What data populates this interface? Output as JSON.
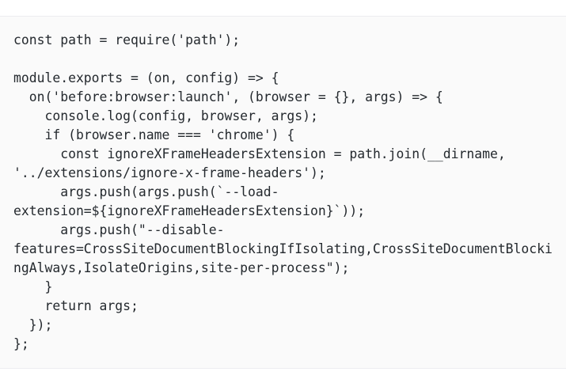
{
  "document": {
    "type": "code-snippet",
    "language": "javascript",
    "background_color": "#fafafa",
    "page_background_color": "#ffffff",
    "border_color": "#ededf0",
    "text_color": "#24292e",
    "code": "const path = require('path');\n\nmodule.exports = (on, config) => {\n  on('before:browser:launch', (browser = {}, args) => {\n    console.log(config, browser, args);\n    if (browser.name === 'chrome') {\n      const ignoreXFrameHeadersExtension = path.join(__dirname, '../extensions/ignore-x-frame-headers');\n      args.push(args.push(`--load-extension=${ignoreXFrameHeadersExtension}`));\n      args.push(\"--disable-features=CrossSiteDocumentBlockingIfIsolating,CrossSiteDocumentBlockingAlways,IsolateOrigins,site-per-process\");\n    }\n    return args;\n  });\n};",
    "lines": [
      "const path = require('path');",
      "",
      "module.exports = (on, config) => {",
      "  on('before:browser:launch', (browser = {}, args) => {",
      "    console.log(config, browser, args);",
      "    if (browser.name === 'chrome') {",
      "      const ignoreXFrameHeadersExtension = path.join(__dirname, '../extensions/ignore-x-frame-headers');",
      "      args.push(args.push(`--load-extension=${ignoreXFrameHeadersExtension}`));",
      "      args.push(\"--disable-features=CrossSiteDocumentBlockingIfIsolating,CrossSiteDocumentBlockingAlways,IsolateOrigins,site-per-process\");",
      "    }",
      "    return args;",
      "  });",
      "};"
    ]
  }
}
